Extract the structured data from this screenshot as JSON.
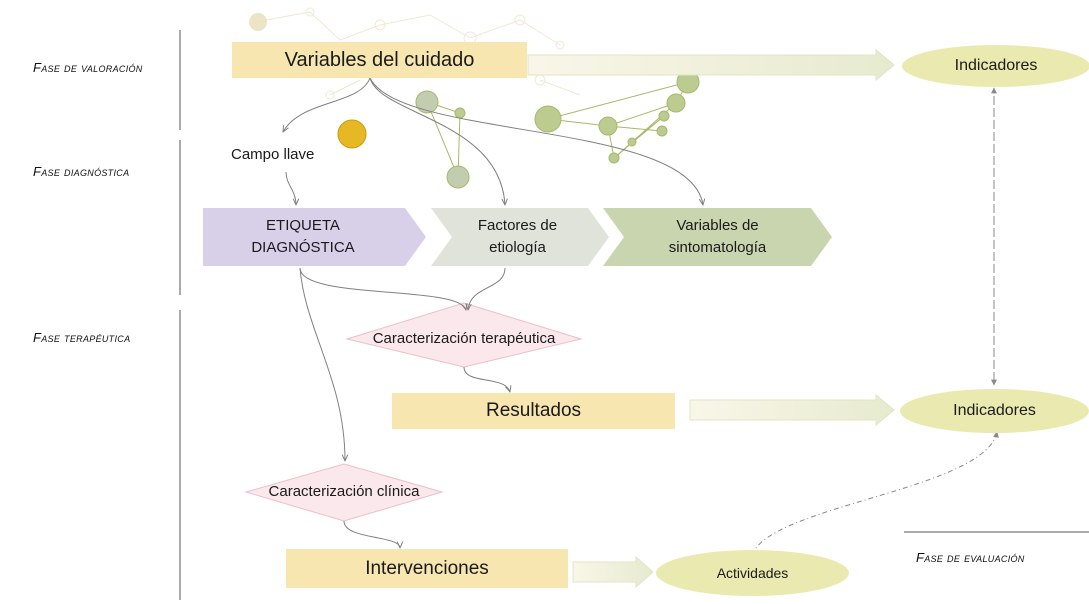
{
  "phases": {
    "valoracion": "Fase de valoración",
    "diagnostica": "Fase diagnóstica",
    "terapeutica": "Fase terapéutica",
    "evaluacion": "Fase de evaluación"
  },
  "nodes": {
    "variables_cuidado": "Variables del cuidado",
    "campo_llave": "Campo llave",
    "etiqueta": [
      "ETIQUETA",
      "DIAGNÓSTICA"
    ],
    "factores": [
      "Factores de",
      "etiología"
    ],
    "sintomas": [
      "Variables de",
      "sintomatología"
    ],
    "caracterizacion_terapeutica": "Caracterización terapéutica",
    "resultados": "Resultados",
    "caracterizacion_clinica": "Caracterización clínica",
    "intervenciones": "Intervenciones",
    "indicadores_top": "Indicadores",
    "indicadores_mid": "Indicadores",
    "actividades": "Actividades"
  },
  "colors": {
    "yellow": "#f7e6b0",
    "purple": "#d8d0e9",
    "grey_green": "#dfe3da",
    "green": "#c9d5ae",
    "oval": "#eaeab0",
    "pink_fill": "#fbe8ec",
    "pink_border": "#ebbfc9",
    "connector": "#808080"
  }
}
